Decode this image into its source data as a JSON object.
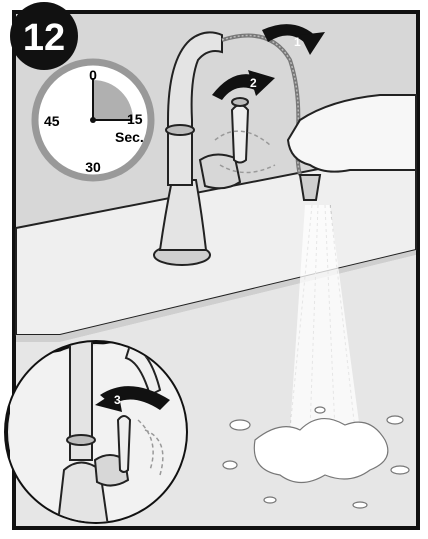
{
  "step": {
    "number": "12"
  },
  "timer": {
    "label_0": "0",
    "label_15": "15",
    "label_30": "30",
    "label_45": "45",
    "unit": "Sec.",
    "elapsed_fraction": 0.25
  },
  "arrows": {
    "a1": "1",
    "a2": "2",
    "a3": "3"
  },
  "colors": {
    "frame": "#111111",
    "counter_bg": "#eeeeee",
    "wall": "#d4d4d4",
    "counter_top": "#f0f0f0",
    "shade": "#b8b8b8",
    "timer_fill": "#b0b0b0"
  }
}
